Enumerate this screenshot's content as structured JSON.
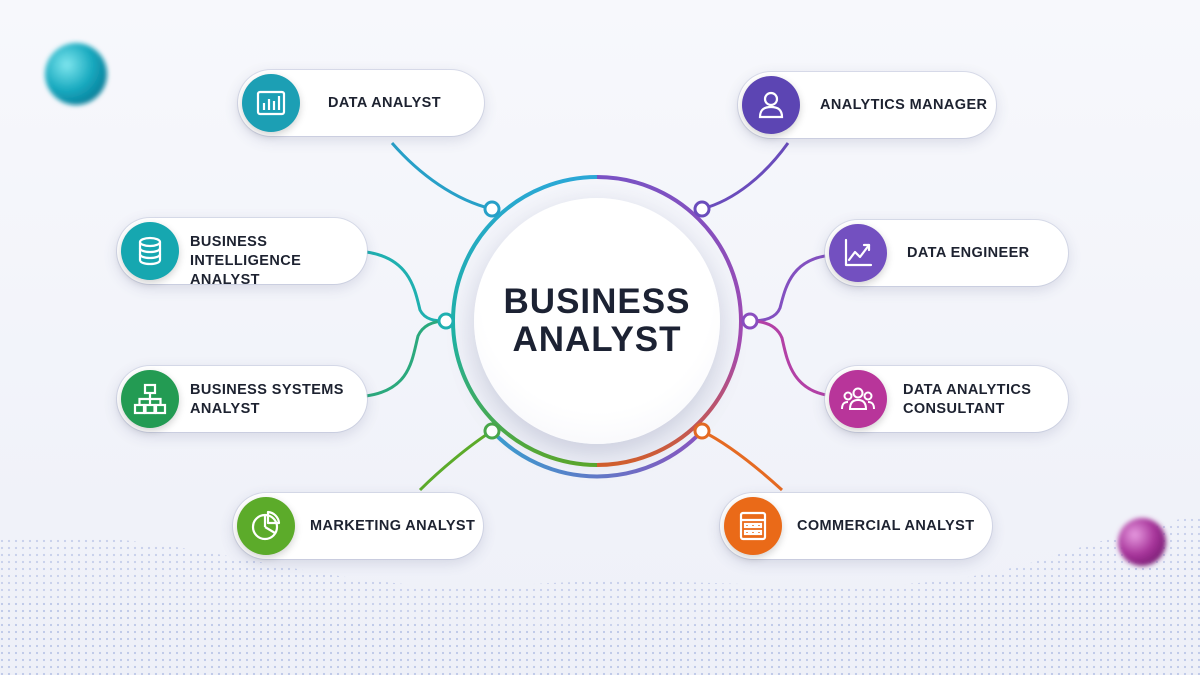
{
  "hub": {
    "title": "BUSINESS\nANALYST"
  },
  "colors": {
    "data_analyst": "#1c9fb4",
    "business_intelligence_analyst": "#16a7b0",
    "business_systems_analyst": "#239b53",
    "marketing_analyst": "#5cab2a",
    "analytics_manager": "#5c45b3",
    "data_engineer": "#7350c0",
    "data_analytics_consultant": "#b8359a",
    "commercial_analyst": "#ea6a18"
  },
  "nodes": [
    {
      "id": "data-analyst",
      "label": "DATA ANALYST",
      "icon": "bar-chart-icon"
    },
    {
      "id": "business-intelligence-analyst",
      "label": "BUSINESS INTELLIGENCE\nANALYST",
      "icon": "database-icon"
    },
    {
      "id": "business-systems-analyst",
      "label": "BUSINESS SYSTEMS\nANALYST",
      "icon": "org-chart-icon"
    },
    {
      "id": "marketing-analyst",
      "label": "MARKETING ANALYST",
      "icon": "pie-chart-icon"
    },
    {
      "id": "analytics-manager",
      "label": "ANALYTICS MANAGER",
      "icon": "user-icon"
    },
    {
      "id": "data-engineer",
      "label": "DATA ENGINEER",
      "icon": "trend-line-icon"
    },
    {
      "id": "data-analytics-consultant",
      "label": "DATA ANALYTICS\nCONSULTANT",
      "icon": "group-icon"
    },
    {
      "id": "commercial-analyst",
      "label": "COMMERCIAL ANALYST",
      "icon": "calculator-icon"
    }
  ]
}
